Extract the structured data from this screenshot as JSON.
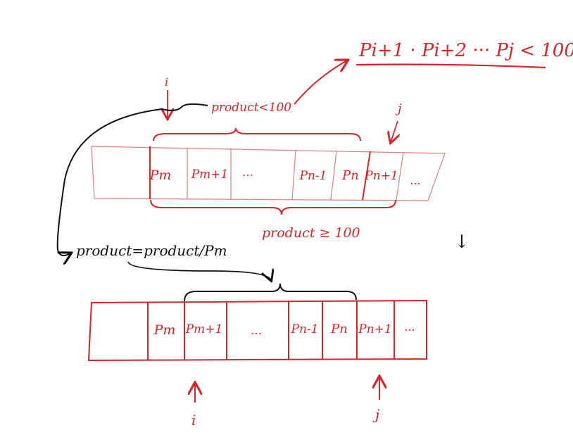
{
  "colors": {
    "red": "#d9232a",
    "black": "#111111",
    "background": "#ffffff"
  },
  "top_condition": "Pi+1 · Pi+2 ··· Pj < 100",
  "top_brace_label": "product<100",
  "bottom_brace_label": "product ≥ 100",
  "update_rule": "product=product/Pm",
  "step_arrow_glyph": "↓",
  "top_array": {
    "pointer_i": "i",
    "pointer_j": "j",
    "cells": [
      "",
      "Pm",
      "Pm+1",
      "...",
      "Pn-1",
      "Pn",
      "Pn+1",
      "..."
    ]
  },
  "bottom_array": {
    "pointer_i": "i",
    "pointer_j": "j",
    "cells": [
      "",
      "Pm",
      "Pm+1",
      "...",
      "Pn-1",
      "Pn",
      "Pn+1",
      "..."
    ]
  }
}
